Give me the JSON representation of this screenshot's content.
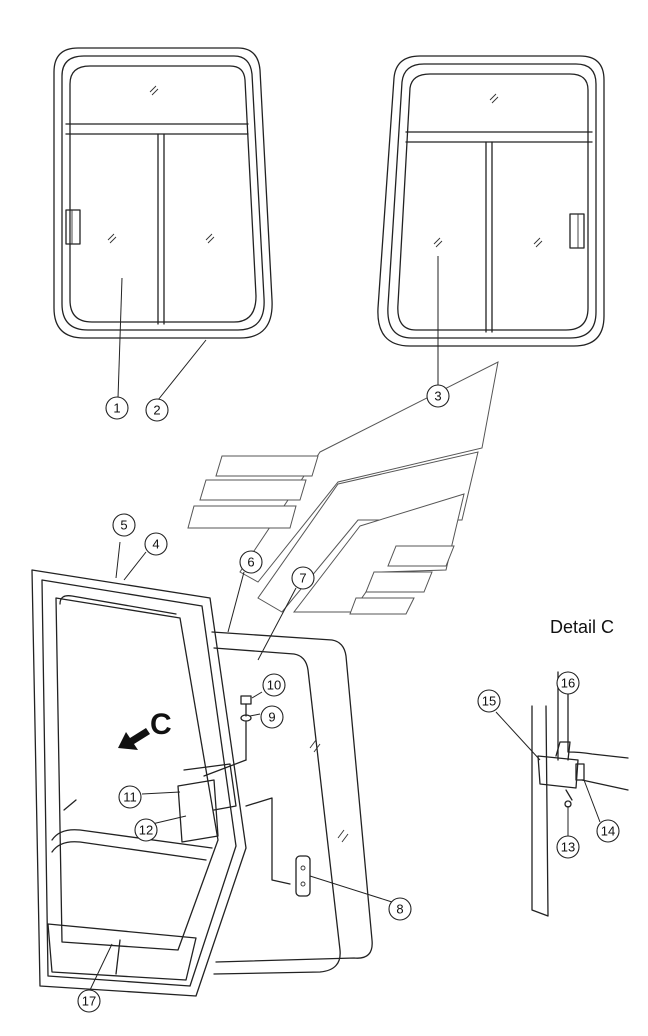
{
  "detail_label": "Detail C",
  "view_letter": "C",
  "callouts": [
    "1",
    "2",
    "3",
    "4",
    "5",
    "6",
    "7",
    "8",
    "9",
    "10",
    "11",
    "12",
    "13",
    "14",
    "15",
    "16",
    "17"
  ]
}
